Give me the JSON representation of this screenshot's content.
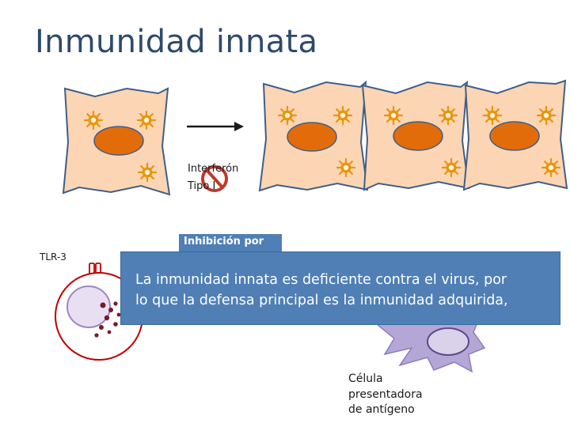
{
  "slide": {
    "title": "Inmunidad innata"
  },
  "labels": {
    "interferon_line1": "Interferón",
    "interferon_line2": "Tipo I",
    "tlr": "TLR-3",
    "inhibition": "Inhibición por",
    "apc_line1": "Célula",
    "apc_line2": "presentadora",
    "apc_line3": "de antígeno"
  },
  "callout": {
    "line1": "La inmunidad innata es deficiente contra el virus, por",
    "line2": "lo que la defensa principal es la inmunidad adquirida,"
  },
  "colors": {
    "title": "#2e4a6b",
    "cell_fill": "#fcd5b4",
    "cell_stroke": "#3f5f86",
    "nucleus": "#e36c0a",
    "virus": "#e6960e",
    "callout_bg": "#4f7fb5",
    "prohibit": "#c0392b",
    "lymphocyte_outline": "#c00000",
    "apc_fill": "#b4a7d6"
  }
}
